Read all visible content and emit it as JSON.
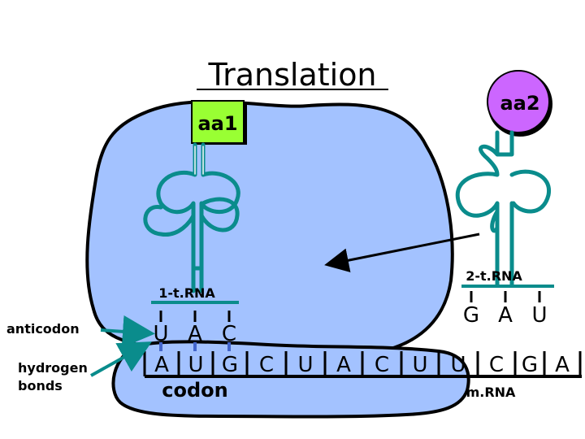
{
  "title": "Translation",
  "amino_acids": [
    {
      "label": "aa1",
      "color": "#99ff33"
    },
    {
      "label": "aa2",
      "color": "#cc66ff"
    }
  ],
  "trnas": [
    {
      "label": "1-t.RNA",
      "anticodon": [
        "U",
        "A",
        "C"
      ]
    },
    {
      "label": "2-t.RNA",
      "anticodon": [
        "G",
        "A",
        "U"
      ]
    }
  ],
  "mrna": {
    "bases": [
      "A",
      "U",
      "G",
      "C",
      "U",
      "A",
      "C",
      "U",
      "U",
      "C",
      "G",
      "A"
    ],
    "label": "m.RNA",
    "codon_label": "codon"
  },
  "side_labels": {
    "anticodon": "anticodon",
    "hydrogen_bonds": [
      "hydrogen",
      "bonds"
    ]
  },
  "colors": {
    "ribosome": "#a3c2ff",
    "trna": "#0a8c8c",
    "hbond": "#4466cc",
    "arrow": "#1a8c8c"
  }
}
